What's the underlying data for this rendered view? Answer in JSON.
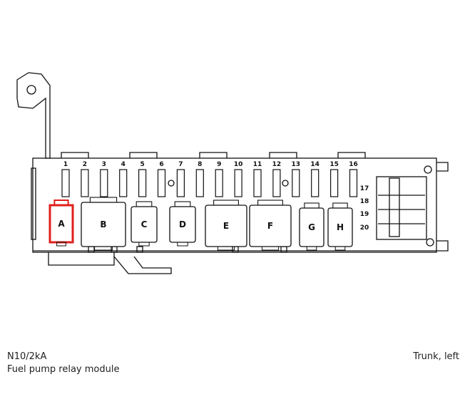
{
  "diagram": {
    "fuse_numbers": [
      "1",
      "2",
      "3",
      "4",
      "5",
      "6",
      "7",
      "8",
      "9",
      "10",
      "11",
      "12",
      "13",
      "14",
      "15",
      "16"
    ],
    "side_fuse_numbers": [
      "17",
      "18",
      "19",
      "20"
    ],
    "relays": [
      {
        "label": "A",
        "highlighted": true
      },
      {
        "label": "B",
        "highlighted": false
      },
      {
        "label": "C",
        "highlighted": false
      },
      {
        "label": "D",
        "highlighted": false
      },
      {
        "label": "E",
        "highlighted": false
      },
      {
        "label": "F",
        "highlighted": false
      },
      {
        "label": "G",
        "highlighted": false
      },
      {
        "label": "H",
        "highlighted": false
      }
    ],
    "highlight_color": "#e0201c"
  },
  "caption": {
    "component_code": "N10/2kA",
    "component_name": "Fuel pump relay module",
    "location": "Trunk, left"
  }
}
